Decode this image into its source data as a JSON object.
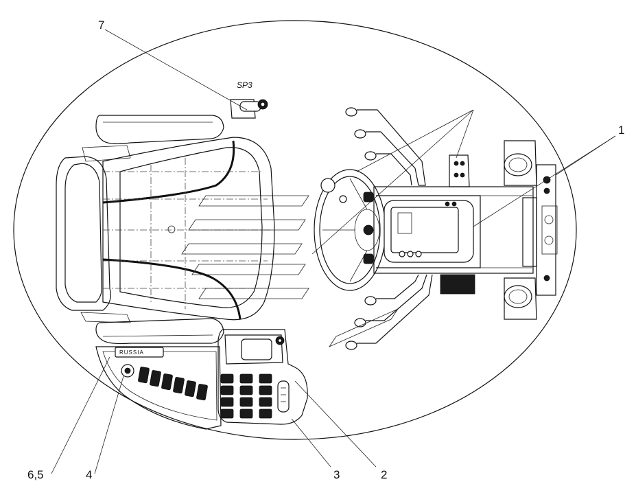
{
  "diagram": {
    "callouts": [
      {
        "id": "1",
        "label": "1"
      },
      {
        "id": "2",
        "label": "2"
      },
      {
        "id": "3",
        "label": "3"
      },
      {
        "id": "4",
        "label": "4"
      },
      {
        "id": "6-5",
        "label": "6,5"
      },
      {
        "id": "7",
        "label": "7"
      }
    ],
    "sp3_label": "SP3",
    "panel_brand": "RUSSIA",
    "colors": {
      "line": "#111111",
      "background": "#ffffff"
    }
  }
}
